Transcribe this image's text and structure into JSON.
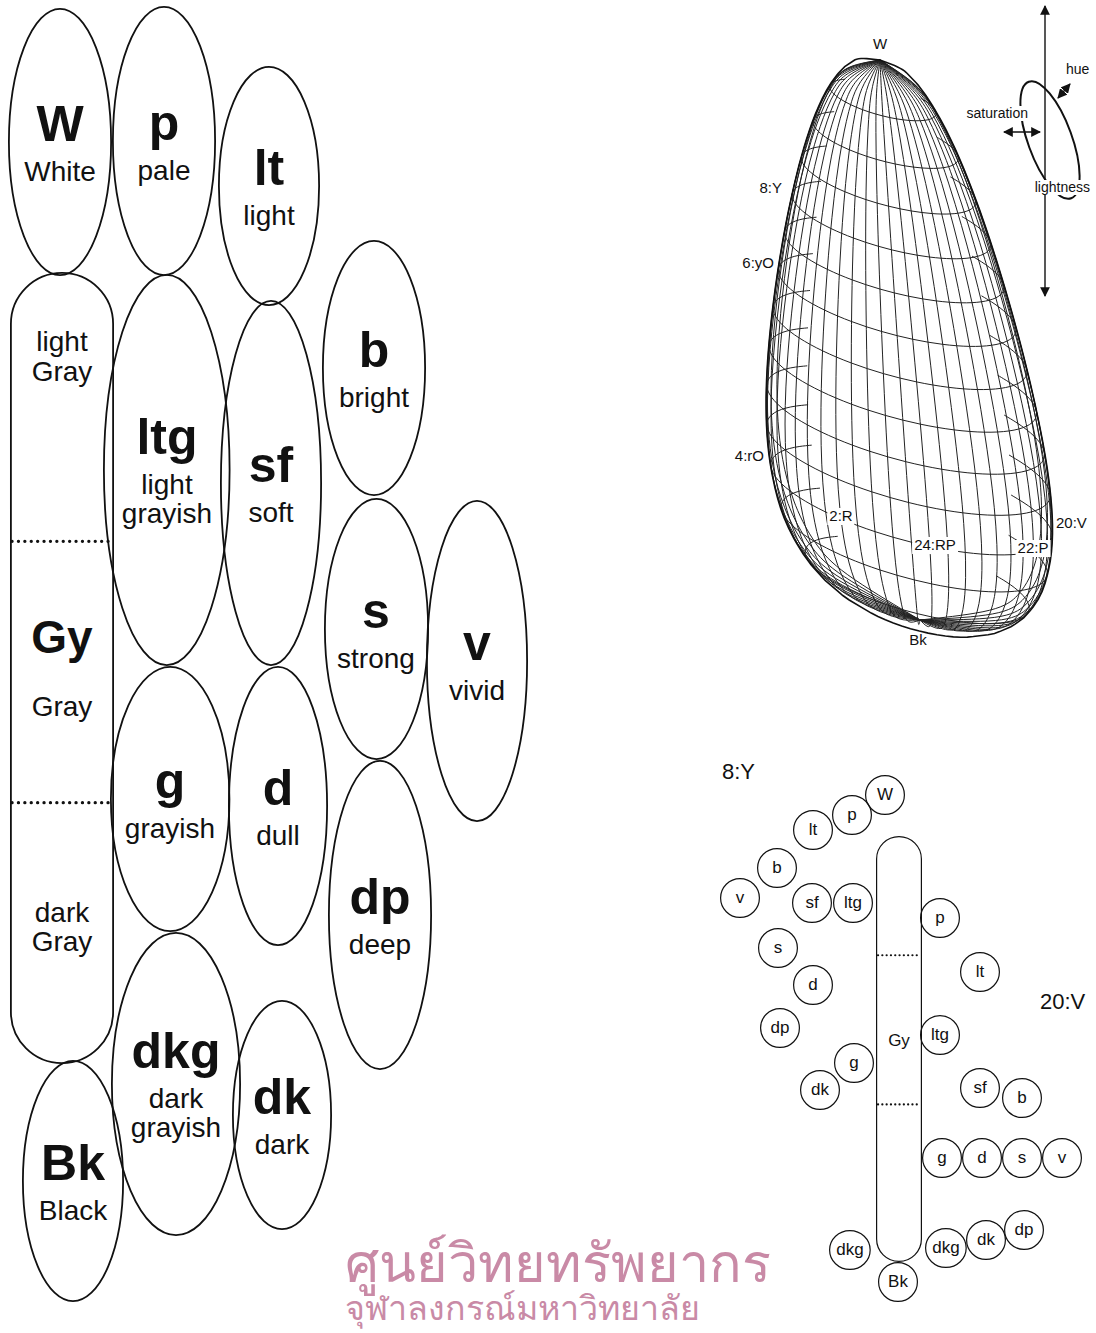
{
  "diagram": {
    "nodes": [
      {
        "text": [
          "W",
          "White"
        ]
      },
      {
        "text": [
          "p",
          "pale"
        ]
      },
      {
        "text": [
          "lt",
          "light"
        ]
      },
      {
        "text": [
          "b",
          "bright"
        ]
      },
      {
        "text": [
          "light Gray",
          "Gy",
          "Gray",
          "dark Gray"
        ]
      },
      {
        "text": [
          "ltg",
          "light grayish"
        ]
      },
      {
        "text": [
          "sf",
          "soft"
        ]
      },
      {
        "text": [
          "s",
          "strong"
        ]
      },
      {
        "text": [
          "v",
          "vivid"
        ]
      },
      {
        "text": [
          "g",
          "grayish"
        ]
      },
      {
        "text": [
          "d",
          "dull"
        ]
      },
      {
        "text": [
          "dp",
          "deep"
        ]
      },
      {
        "text": [
          "dkg",
          "dark grayish"
        ]
      },
      {
        "text": [
          "dk",
          "dark"
        ]
      },
      {
        "text": [
          "Bk",
          "Black"
        ]
      },
      {
        "text": [
          "W"
        ]
      },
      {
        "text": [
          "p"
        ]
      },
      {
        "text": [
          "lt"
        ]
      },
      {
        "text": [
          "b"
        ]
      },
      {
        "text": [
          "v"
        ]
      },
      {
        "text": [
          "sf"
        ]
      },
      {
        "text": [
          "ltg"
        ]
      },
      {
        "text": [
          "s"
        ]
      },
      {
        "text": [
          "d"
        ]
      },
      {
        "text": [
          "dp"
        ]
      },
      {
        "text": [
          "dk"
        ]
      },
      {
        "text": [
          "g"
        ]
      },
      {
        "text": [
          "Gy"
        ]
      },
      {
        "text": [
          "p"
        ]
      },
      {
        "text": [
          "lt"
        ]
      },
      {
        "text": [
          "ltg"
        ]
      },
      {
        "text": [
          "sf"
        ]
      },
      {
        "text": [
          "b"
        ]
      },
      {
        "text": [
          "g"
        ]
      },
      {
        "text": [
          "d"
        ]
      },
      {
        "text": [
          "s"
        ]
      },
      {
        "text": [
          "v"
        ]
      },
      {
        "text": [
          "dkg"
        ]
      },
      {
        "text": [
          "Bk"
        ]
      },
      {
        "text": [
          "dkg"
        ]
      },
      {
        "text": [
          "dk"
        ]
      },
      {
        "text": [
          "dp"
        ]
      }
    ],
    "labels": [
      "W",
      "8:Y",
      "6:yO",
      "4:rO",
      "2:R",
      "24:RP",
      "22:P",
      "20:V",
      "Bk",
      "saturation",
      "hue",
      "lightness",
      "8:Y",
      "20:V",
      "ศูนย์วิทยทรัพยากร",
      "จุฬาลงกรณ์มหาวิทยาลัย"
    ]
  }
}
